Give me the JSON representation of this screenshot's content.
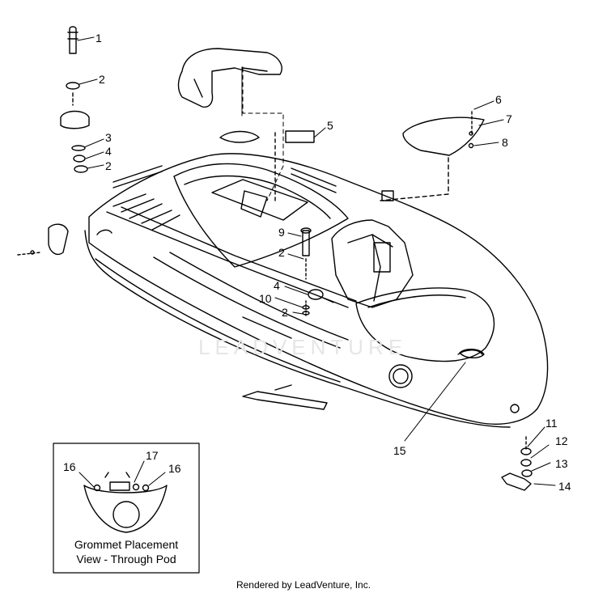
{
  "watermark": "LEADVENTURE",
  "footer": "Rendered by LeadVenture, Inc.",
  "inset": {
    "line1": "Grommet Placement",
    "line2": "View - Through Pod"
  },
  "callouts": {
    "c1": "1",
    "c2a": "2",
    "c3": "3",
    "c4a": "4",
    "c2b": "2",
    "c5": "5",
    "c6": "6",
    "c7": "7",
    "c8": "8",
    "c9": "9",
    "c2c": "2",
    "c4b": "4",
    "c10": "10",
    "c2d": "2",
    "c11": "11",
    "c12": "12",
    "c13": "13",
    "c14": "14",
    "c15": "15",
    "c16a": "16",
    "c17": "17",
    "c16b": "16"
  }
}
